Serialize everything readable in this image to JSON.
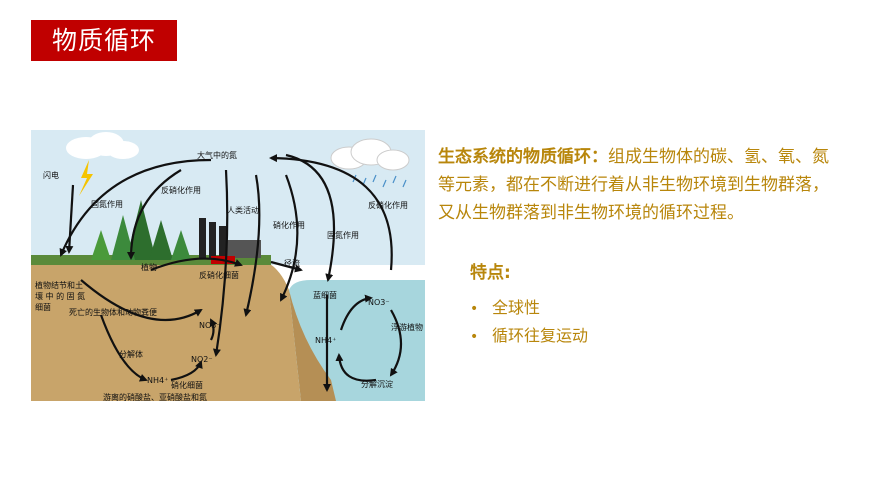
{
  "title": "物质循环",
  "diagram": {
    "labels": {
      "lightning": "闪电",
      "atmosphere_n2": "大气中的氮",
      "fixation": "固氮作用",
      "denitrification": "反硝化作用",
      "human": "人类活动",
      "nitrification": "硝化作用",
      "fixation2": "固氮作用",
      "denitrification2": "反硝化作用",
      "runoff": "径流",
      "plants": "植物",
      "denitrifying_bacteria": "反硝化细菌",
      "nodule1": "植物结节和土",
      "nodule2": "壤 中 的 固 氮",
      "nodule3": "细菌",
      "dead": "死亡的生物体和动物粪便",
      "decomposer": "分解体",
      "no3": "NO3⁻",
      "no2": "NO2⁻",
      "nh4": "NH4⁺",
      "nitrifying": "硝化细菌",
      "bottom": "游离的硝酸盐、亚硝酸盐和氮",
      "cyanobacteria": "蓝细菌",
      "no3_sea": "NO3⁻",
      "nh4_sea": "NH4⁺",
      "plankton": "浮游植物",
      "decompose_sink": "分解沉淀"
    }
  },
  "description": {
    "highlight": "生态系统的物质循环：",
    "text": "组成生物体的碳、氢、氧、氮等元素，都在不断进行着从非生物环境到生物群落，又从生物群落到非生物环境的循环过程。"
  },
  "features": {
    "title": "特点:",
    "items": [
      "全球性",
      "循环往复运动"
    ]
  },
  "colors": {
    "accent": "#c00000",
    "text": "#b8860b"
  }
}
